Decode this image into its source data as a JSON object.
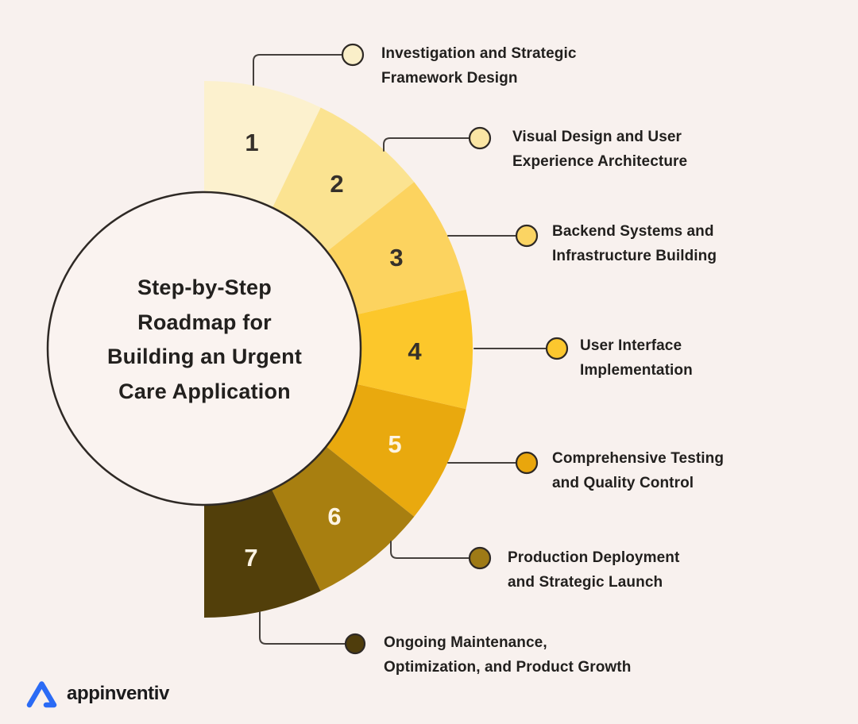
{
  "background_color": "#F8F1EE",
  "center": {
    "fill": "#FAF3F0",
    "border_color": "#2E2925",
    "title_lines": [
      "Step-by-Step",
      "Roadmap for",
      "Building an Urgent",
      "Care Application"
    ]
  },
  "connector_color": "#45403C",
  "text_color": "#22201E",
  "steps": [
    {
      "number": "1",
      "label": [
        "Investigation and Strategic",
        "Framework Design"
      ],
      "wedge_color": "#FCF1CE",
      "dot_color": "#FAEFC9",
      "number_color": "#35302A"
    },
    {
      "number": "2",
      "label": [
        "Visual Design and User",
        "Experience Architecture"
      ],
      "wedge_color": "#FBE391",
      "dot_color": "#FBE6A4",
      "number_color": "#35302A"
    },
    {
      "number": "3",
      "label": [
        "Backend Systems and",
        "Infrastructure Building"
      ],
      "wedge_color": "#FCD35F",
      "dot_color": "#FBD463",
      "number_color": "#35302A"
    },
    {
      "number": "4",
      "label": [
        "User Interface",
        "Implementation"
      ],
      "wedge_color": "#FCC72B",
      "dot_color": "#FCC72E",
      "number_color": "#35302A"
    },
    {
      "number": "5",
      "label": [
        "Comprehensive Testing",
        "and Quality Control"
      ],
      "wedge_color": "#E9A90E",
      "dot_color": "#E9A60C",
      "number_color": "#FDF4E3"
    },
    {
      "number": "6",
      "label": [
        "Production Deployment",
        "and Strategic Launch"
      ],
      "wedge_color": "#A87F10",
      "dot_color": "#9E7A16",
      "number_color": "#FDF4E3"
    },
    {
      "number": "7",
      "label": [
        "Ongoing Maintenance,",
        "Optimization, and Product Growth"
      ],
      "wedge_color": "#523F0A",
      "dot_color": "#4F3D0C",
      "number_color": "#FDF4E3"
    }
  ],
  "logo": {
    "text": "appinventiv",
    "mark_color": "#2B6BF5",
    "text_color": "#1B1B1D"
  }
}
